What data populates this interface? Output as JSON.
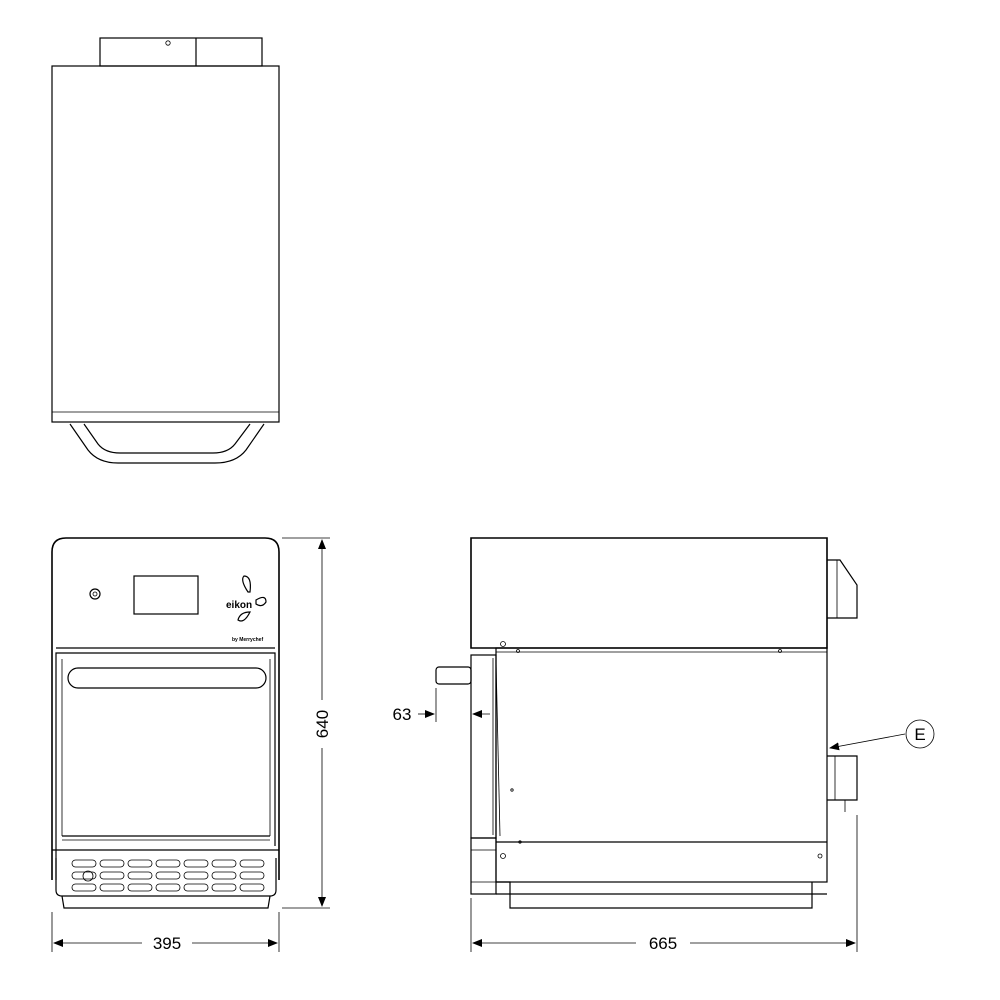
{
  "dimensions": {
    "width": "395",
    "depth": "665",
    "height": "640",
    "door_handle_projection": "63"
  },
  "callout": "E",
  "brand": {
    "logo": "eikon",
    "tagline": "by Merrychef"
  }
}
